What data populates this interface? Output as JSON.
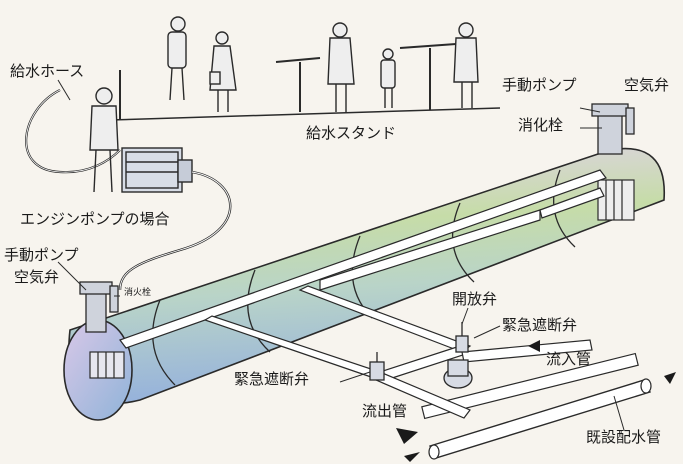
{
  "labels": {
    "hose": "給水ホース",
    "stand": "給水スタンド",
    "hand_pump_right": "手動ポンプ",
    "air_valve_right": "空気弁",
    "hydrant_right": "消化栓",
    "engine_pump": "エンジンポンプの場合",
    "hand_pump_left": "手動ポンプ",
    "air_valve_left": "空気弁",
    "hydrant_left": "消火栓",
    "open_valve": "開放弁",
    "emergency_valve_right": "緊急遮断弁",
    "inflow_pipe": "流入管",
    "emergency_valve_left": "緊急遮断弁",
    "outflow_pipe": "流出管",
    "existing_main": "既設配水管"
  },
  "colors": {
    "line": "#2a2a2a",
    "tank_top": "#d7c3e6",
    "tank_mid": "#c9d9a6",
    "tank_bottom": "#9fb8dd",
    "pipe": "#ffffff",
    "background": "#f7f4ee"
  }
}
